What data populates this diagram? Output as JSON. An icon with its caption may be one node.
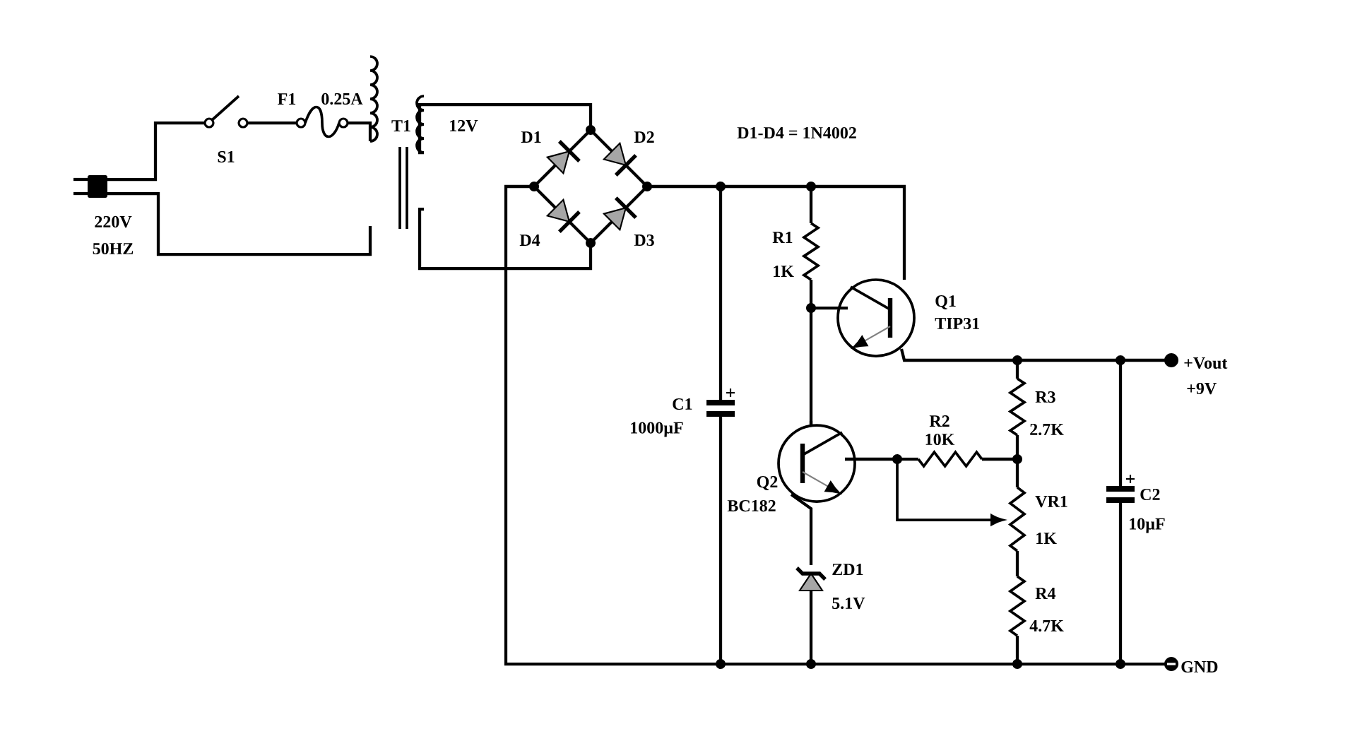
{
  "diagram": {
    "labels": [
      "S1",
      "F1",
      "0.25A",
      "T1",
      "12V",
      "D1",
      "D2",
      "D1-D4 = 1N4002",
      "220V",
      "50HZ",
      "D4",
      "D3",
      "R1",
      "1K",
      "Q1",
      "TIP31",
      "+Vout",
      "+9V",
      "C1",
      "1000µF",
      "R2",
      "10K",
      "R3",
      "2.7K",
      "Q2",
      "BC182",
      "VR1",
      "1K",
      "C2",
      "10µF",
      "ZD1",
      "5.1V",
      "R4",
      "4.7K",
      "GND"
    ]
  }
}
